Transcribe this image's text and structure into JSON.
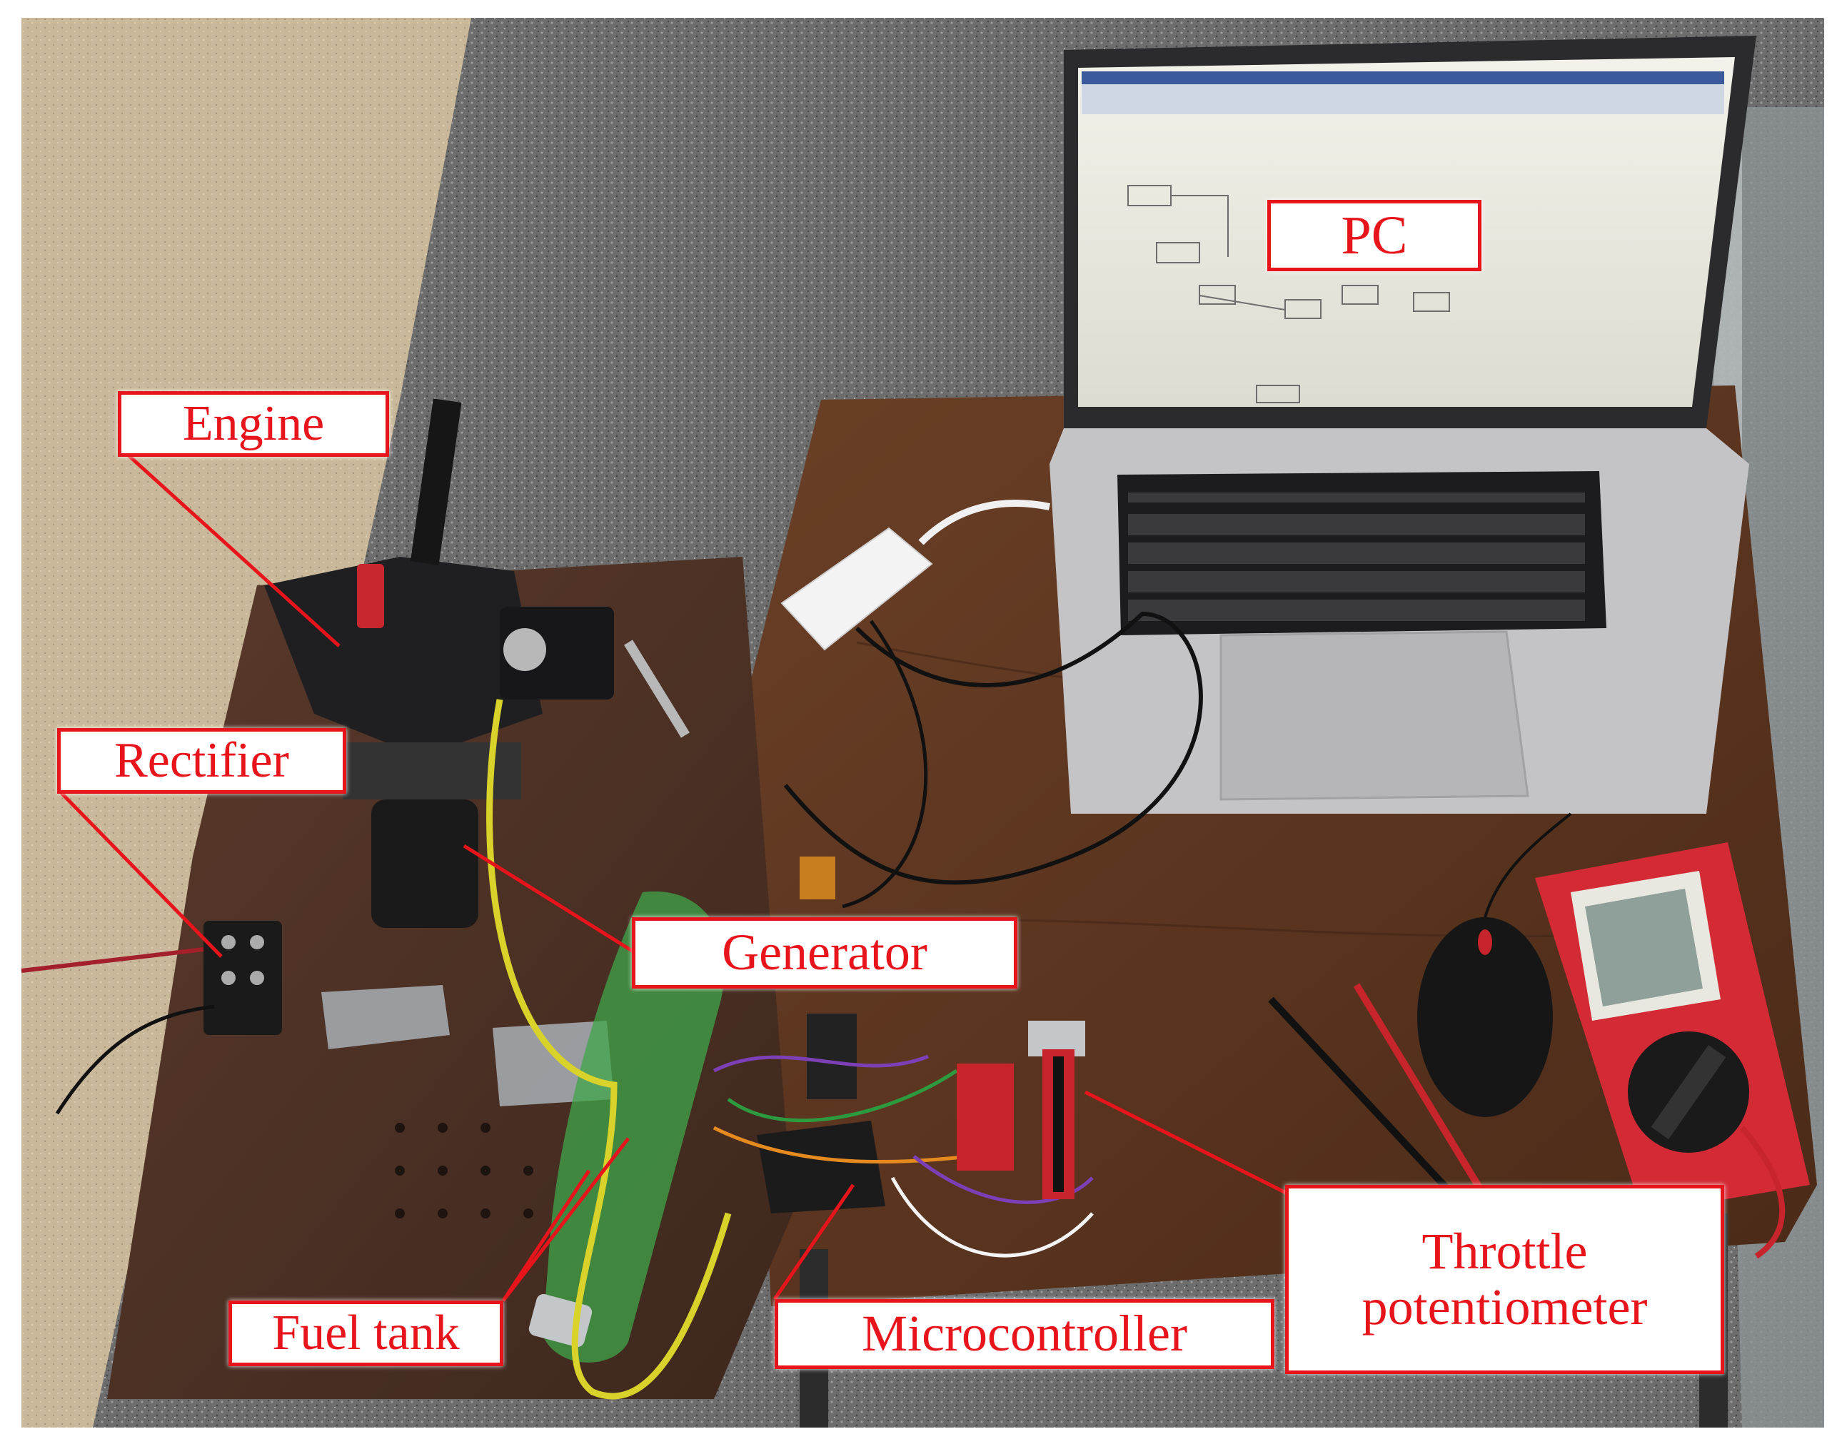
{
  "labels": {
    "pc": "PC",
    "engine": "Engine",
    "rectifier": "Rectifier",
    "generator": "Generator",
    "fuel_tank": "Fuel tank",
    "microcontroller": "Microcontroller",
    "throttle_line1": "Throttle",
    "throttle_line2": "potentiometer"
  },
  "colors": {
    "label_red": "#e8141b",
    "label_bg": "#ffffff",
    "wood_table": "#5a3420",
    "laptop_silver": "#bdbdc0",
    "asphalt": "#6e6e6e",
    "pavement": "#c7b79a",
    "multimeter_red": "#d42a36",
    "fuel_line_yellow": "#d8d22a",
    "bottle_green": "#3fa64a"
  }
}
